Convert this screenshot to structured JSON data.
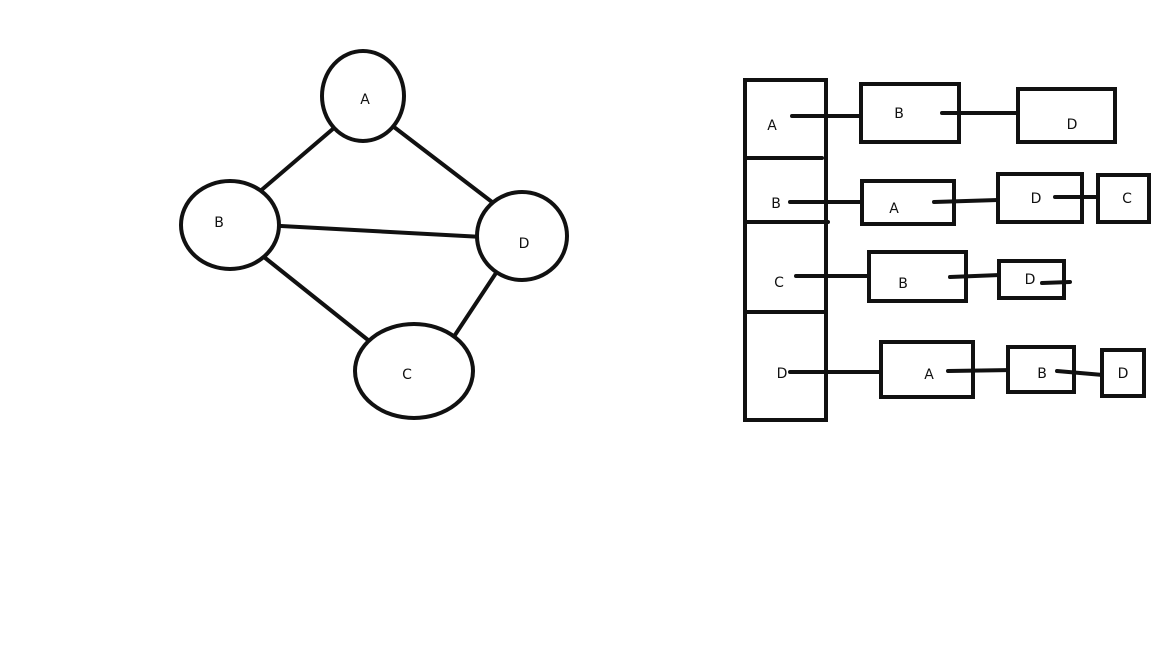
{
  "graph": {
    "nodes": [
      {
        "id": "A",
        "label": "A"
      },
      {
        "id": "B",
        "label": "B"
      },
      {
        "id": "D",
        "label": "D"
      },
      {
        "id": "C",
        "label": "C"
      }
    ],
    "edges": [
      [
        "A",
        "B"
      ],
      [
        "A",
        "D"
      ],
      [
        "B",
        "D"
      ],
      [
        "B",
        "C"
      ],
      [
        "D",
        "C"
      ]
    ]
  },
  "adjacency_list": {
    "rows": [
      {
        "head": "A",
        "neighbors": [
          "B",
          "D"
        ]
      },
      {
        "head": "B",
        "neighbors": [
          "A",
          "D",
          "C"
        ]
      },
      {
        "head": "C",
        "neighbors": [
          "B",
          "D"
        ]
      },
      {
        "head": "D",
        "neighbors": [
          "A",
          "B",
          "D"
        ]
      }
    ]
  },
  "colors": {
    "stroke": "#111111",
    "background": "#ffffff"
  }
}
